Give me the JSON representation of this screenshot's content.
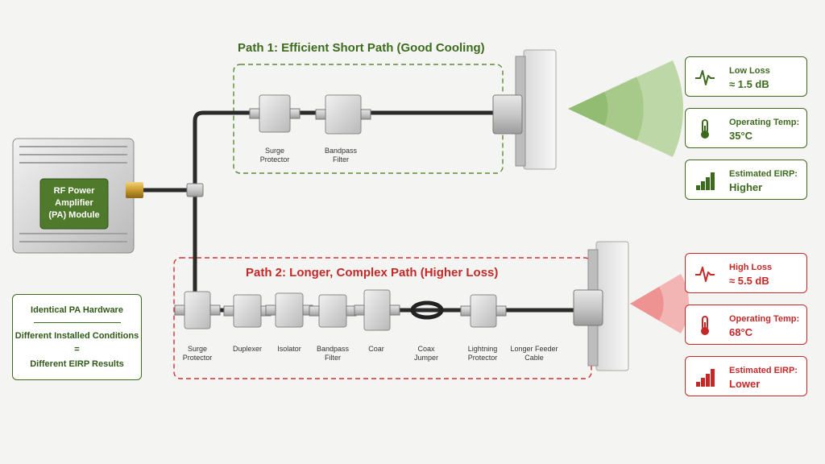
{
  "pa_module": {
    "label": "RF Power Amplifier (PA) Module"
  },
  "path1": {
    "title": "Path 1: Efficient Short Path (Good Cooling)",
    "components": [
      "Surge Protector",
      "Bandpass Filter"
    ],
    "metrics": [
      {
        "icon": "waveform-icon",
        "label": "Low Loss",
        "value": "≈ 1.5 dB"
      },
      {
        "icon": "thermometer-icon",
        "label": "Operating Temp:",
        "value": "35°C"
      },
      {
        "icon": "signal-bars-icon",
        "label": "Estimated EIRP:",
        "value": "Higher"
      }
    ]
  },
  "path2": {
    "title": "Path 2: Longer, Complex Path (Higher Loss)",
    "components": [
      "Surge Protector",
      "Duplexer",
      "Isolator",
      "Bandpass Filter",
      "Coar",
      "Coax Jumper",
      "Lightning Protector",
      "Longer Feeder Cable"
    ],
    "metrics": [
      {
        "icon": "waveform-icon",
        "label": "High Loss",
        "value": "≈ 5.5 dB"
      },
      {
        "icon": "thermometer-icon",
        "label": "Operating Temp:",
        "value": "68°C"
      },
      {
        "icon": "signal-bars-icon",
        "label": "Estimated EIRP:",
        "value": "Lower"
      }
    ]
  },
  "summary": {
    "line1": "Identical PA Hardware",
    "line2": "Different Installed Conditions",
    "equals": "=",
    "line3": "Different EIRP Results"
  },
  "colors": {
    "green": "#3d6b1e",
    "red": "#c62828",
    "cable": "#2a2a2a"
  }
}
